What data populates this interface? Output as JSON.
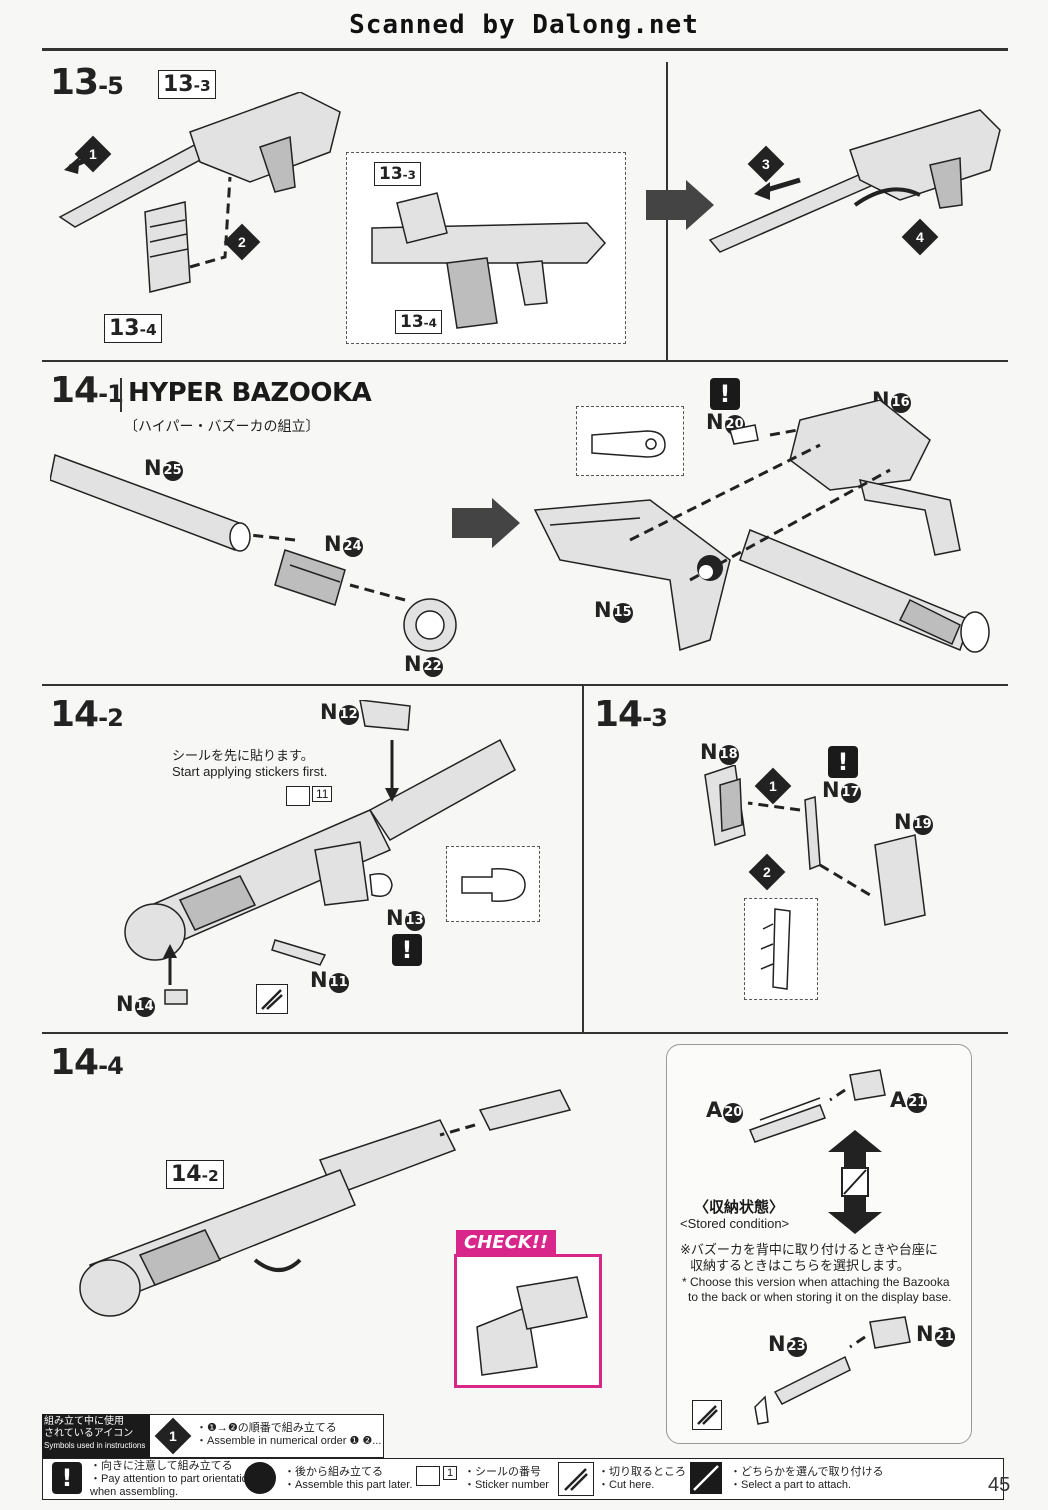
{
  "watermark": "Scanned by Dalong.net",
  "steps": {
    "s13_5": {
      "num": "13",
      "sub": "-5",
      "ref_top": {
        "num": "13",
        "sub": "-3"
      },
      "ref_bottom": {
        "num": "13",
        "sub": "-4"
      },
      "inset_ref_top": {
        "num": "13",
        "sub": "-3"
      },
      "inset_ref_bottom": {
        "num": "13",
        "sub": "-4"
      },
      "markers": [
        "1",
        "2",
        "3",
        "4"
      ]
    },
    "s14_1": {
      "num": "14",
      "sub": "-1",
      "title": "HYPER BAZOOKA",
      "title_ja": "〔ハイパー・バズーカの組立〕",
      "parts": {
        "n25": "N",
        "n24": "N",
        "n22": "N",
        "n20": "N",
        "n16": "N",
        "n15": "N"
      },
      "part_nums": {
        "n25": "25",
        "n24": "24",
        "n22": "22",
        "n20": "20",
        "n16": "16",
        "n15": "15"
      }
    },
    "s14_2": {
      "num": "14",
      "sub": "-2",
      "note_ja": "シールを先に貼ります。",
      "note_en": "Start applying stickers first.",
      "sticker_num": "11",
      "parts": {
        "n12": "N",
        "n13": "N",
        "n14": "N",
        "n11": "N"
      },
      "part_nums": {
        "n12": "12",
        "n13": "13",
        "n14": "14",
        "n11": "11"
      }
    },
    "s14_3": {
      "num": "14",
      "sub": "-3",
      "parts": {
        "n18": "N",
        "n17": "N",
        "n19": "N"
      },
      "part_nums": {
        "n18": "18",
        "n17": "17",
        "n19": "19"
      },
      "markers": [
        "1",
        "2"
      ]
    },
    "s14_4": {
      "num": "14",
      "sub": "-4",
      "ref": {
        "num": "14",
        "sub": "-2"
      },
      "check": "CHECK!!",
      "panel": {
        "a20": "A",
        "a21": "A",
        "a20n": "20",
        "a21n": "21",
        "stored_ja": "〈収納状態〉",
        "stored_en": "<Stored condition>",
        "note_ja_1": "※バズーカを背中に取り付けるときや台座に",
        "note_ja_2": "収納するときはこちらを選択します。",
        "note_en_1": "* Choose this version when attaching the Bazooka",
        "note_en_2": "to the back or when storing it on the display base.",
        "n23": "N",
        "n21": "N",
        "n23n": "23",
        "n21n": "21"
      }
    }
  },
  "legend": {
    "title_ja_1": "組み立て中に使用",
    "title_ja_2": "されているアイコン",
    "title_en": "Symbols used in instructions",
    "numerical_ja": "・❶→❷の順番で組み立てる",
    "numerical_en": "・Assemble in numerical order ❶ ❷...",
    "attention_ja": "・向きに注意して組み立てる",
    "attention_en_1": "・Pay attention to part orientation",
    "attention_en_2": "when assembling.",
    "later_ja": "・後から組み立てる",
    "later_en": "・Assemble this part later.",
    "sticker_ja": "・シールの番号",
    "sticker_en": "・Sticker number",
    "sticker_sample": "1",
    "cut_ja": "・切り取るところ",
    "cut_en": "・Cut here.",
    "select_ja": "・どちらかを選んで取り付ける",
    "select_en": "・Select a part to attach."
  },
  "page_number": "45"
}
